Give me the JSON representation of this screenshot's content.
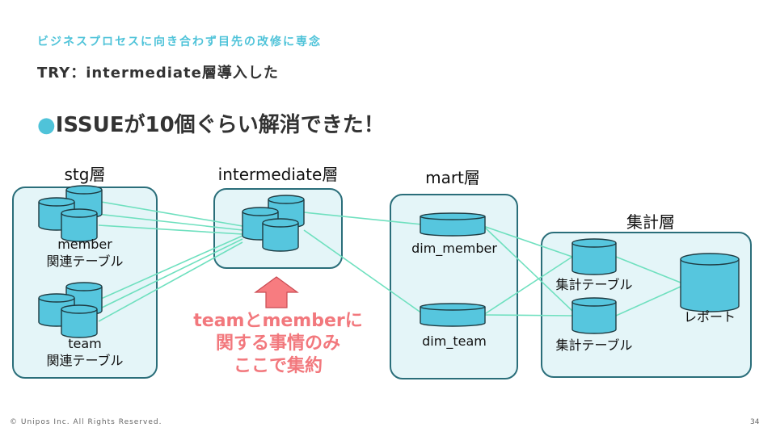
{
  "header": {
    "subtitle": "ビジネスプロセスに向き合わず目先の改修に専念",
    "title": "TRY：intermediate層導入した"
  },
  "main": {
    "bullet_text": "ISSUEが10個ぐらい解消できた！"
  },
  "layers": {
    "stg": {
      "label": "stg層",
      "member_line1": "member",
      "member_line2": "関連テーブル",
      "team_line1": "team",
      "team_line2": "関連テーブル"
    },
    "intermediate": {
      "label": "intermediate層"
    },
    "mart": {
      "label": "mart層",
      "dim_member": "dim_member",
      "dim_team": "dim_team"
    },
    "aggregate": {
      "label": "集計層",
      "table1": "集計テーブル",
      "table2": "集計テーブル",
      "report": "レポート"
    }
  },
  "callout": {
    "line1": "teamとmemberに",
    "line2": "関する事情のみ",
    "line3": "ここで集約"
  },
  "footer": {
    "copyright": "© Unipos Inc. All Rights Reserved.",
    "page_number": "34"
  },
  "colors": {
    "accent": "#4fc3d9",
    "cylinder_fill": "#56c6de",
    "box_fill": "#e4f5f8",
    "box_border": "#2a6e7a",
    "connector": "#6fe0bf",
    "callout": "#f2787d",
    "arrow_fill": "#f77c80"
  }
}
